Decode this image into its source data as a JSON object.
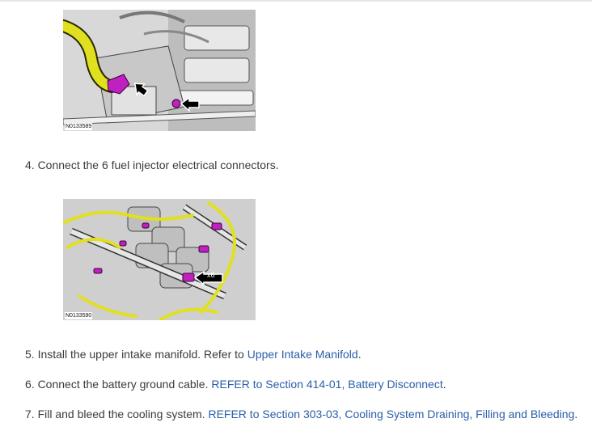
{
  "figures": [
    {
      "code": "N0133589"
    },
    {
      "code": "N0133590",
      "callout": "x6"
    }
  ],
  "steps": {
    "s4": {
      "text": "4. Connect the 6 fuel injector electrical connectors."
    },
    "s5": {
      "text": "5. Install the upper intake manifold. Refer to ",
      "link": "Upper Intake Manifold",
      "tail": "."
    },
    "s6": {
      "text": "6. Connect the battery ground cable. ",
      "link": "REFER to Section 414-01, Battery Disconnect",
      "tail": "."
    },
    "s7": {
      "text": "7. Fill and bleed the cooling system. ",
      "link": "REFER to Section 303-03, Cooling System Draining, Filling and Bleeding",
      "tail": "."
    }
  },
  "colors": {
    "link": "#2a5ea8",
    "highlight": "#c020c0",
    "hose": "#e0e020"
  }
}
